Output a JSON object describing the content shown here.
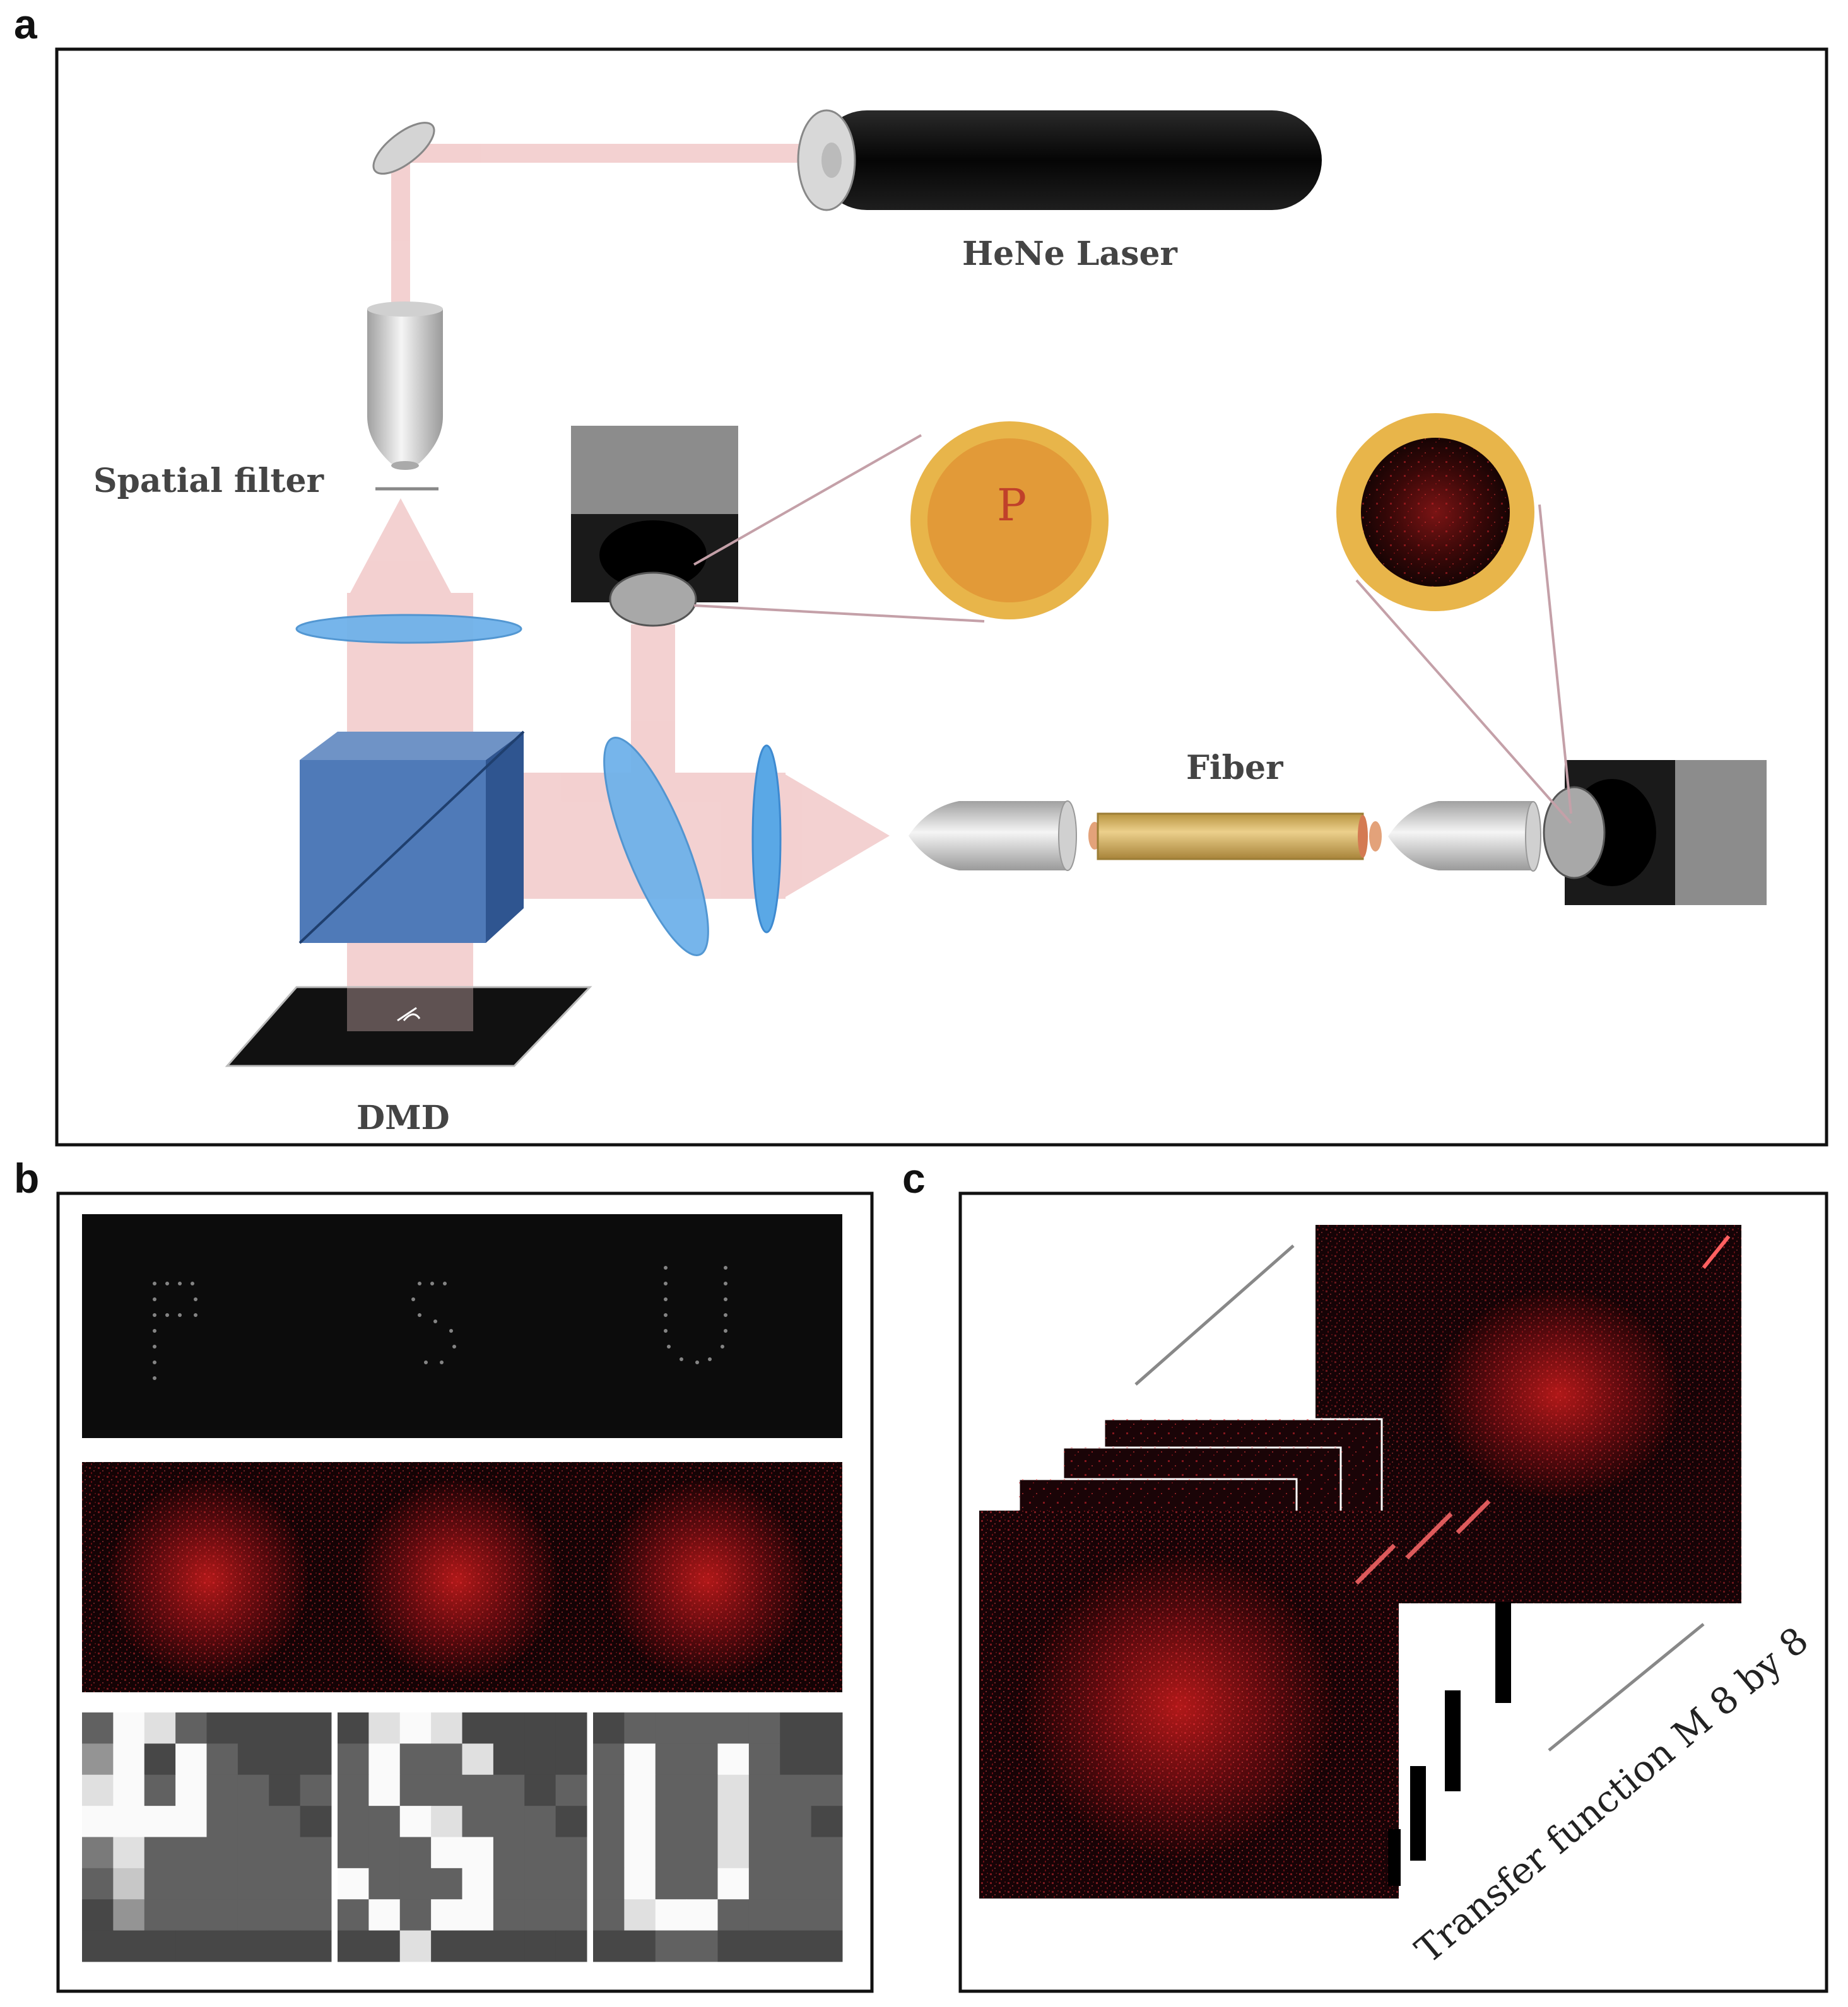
{
  "figure": {
    "panels": {
      "a": {
        "letter": "a"
      },
      "b": {
        "letter": "b"
      },
      "c": {
        "letter": "c"
      }
    },
    "labels": {
      "laser": "HeNe Laser",
      "spatial_filter": "Spatial filter",
      "fiber": "Fiber",
      "dmd": "DMD",
      "inset_letter": "P",
      "transfer_function": "Transfer function M 8 by 8"
    },
    "colors": {
      "beam": "#f0c8c8",
      "lens": "#5aa8e6",
      "cube": "#3e68a8",
      "fiber": "#d9b56a",
      "inset_ring": "#e8b54a",
      "speckle": "#c8141e"
    },
    "reconstructions": [
      {
        "letter": "P",
        "grid": [
          [
            3,
            9,
            8,
            3,
            2,
            2,
            2,
            2
          ],
          [
            5,
            9,
            2,
            9,
            3,
            2,
            2,
            2
          ],
          [
            8,
            9,
            3,
            9,
            3,
            3,
            2,
            3
          ],
          [
            9,
            9,
            9,
            9,
            3,
            3,
            3,
            2
          ],
          [
            4,
            8,
            3,
            3,
            3,
            3,
            3,
            3
          ],
          [
            3,
            7,
            3,
            3,
            3,
            3,
            3,
            3
          ],
          [
            2,
            5,
            3,
            3,
            3,
            3,
            3,
            3
          ],
          [
            2,
            2,
            2,
            2,
            2,
            2,
            2,
            2
          ]
        ]
      },
      {
        "letter": "S",
        "grid": [
          [
            2,
            8,
            9,
            8,
            2,
            2,
            2,
            2
          ],
          [
            3,
            9,
            3,
            3,
            8,
            2,
            2,
            2
          ],
          [
            3,
            9,
            3,
            3,
            3,
            3,
            2,
            3
          ],
          [
            3,
            3,
            9,
            8,
            3,
            3,
            3,
            2
          ],
          [
            3,
            3,
            3,
            9,
            9,
            3,
            3,
            3
          ],
          [
            9,
            3,
            3,
            3,
            9,
            3,
            3,
            3
          ],
          [
            3,
            9,
            3,
            9,
            9,
            3,
            3,
            3
          ],
          [
            2,
            2,
            8,
            2,
            2,
            2,
            2,
            2
          ]
        ]
      },
      {
        "letter": "U",
        "grid": [
          [
            2,
            3,
            3,
            3,
            3,
            3,
            2,
            2
          ],
          [
            3,
            9,
            3,
            3,
            9,
            3,
            2,
            2
          ],
          [
            3,
            9,
            3,
            3,
            8,
            3,
            3,
            3
          ],
          [
            3,
            9,
            3,
            3,
            8,
            3,
            3,
            2
          ],
          [
            3,
            9,
            3,
            3,
            8,
            3,
            3,
            3
          ],
          [
            3,
            9,
            3,
            3,
            9,
            3,
            3,
            3
          ],
          [
            3,
            8,
            9,
            9,
            3,
            3,
            3,
            3
          ],
          [
            2,
            2,
            3,
            3,
            2,
            2,
            2,
            2
          ]
        ]
      }
    ]
  }
}
